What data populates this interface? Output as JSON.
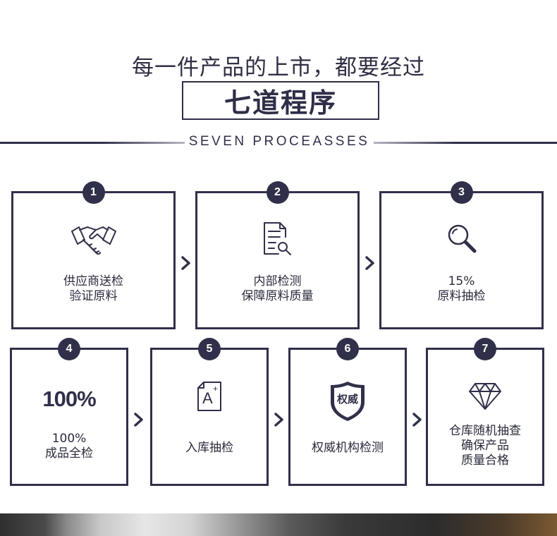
{
  "header": {
    "subtitle": "每一件产品的上市，都要经过",
    "title": "七道程序",
    "en_title": "SEVEN PROCEASSES"
  },
  "steps": [
    {
      "num": "1",
      "icon": "handshake-icon",
      "lines": [
        "供应商送检",
        "验证原料"
      ]
    },
    {
      "num": "2",
      "icon": "document-search-icon",
      "lines": [
        "内部检测",
        "保障原料质量"
      ]
    },
    {
      "num": "3",
      "icon": "magnifier-icon",
      "lines": [
        "15%",
        "原料抽检"
      ]
    },
    {
      "num": "4",
      "icon": "percent-badge",
      "icon_text": "100%",
      "lines": [
        "100%",
        "成品全检"
      ]
    },
    {
      "num": "5",
      "icon": "a-plus-document-icon",
      "icon_text": "A",
      "lines": [
        "入库抽检"
      ]
    },
    {
      "num": "6",
      "icon": "shield-icon",
      "icon_text": "权威",
      "lines": [
        "权威机构检测"
      ]
    },
    {
      "num": "7",
      "icon": "diamond-icon",
      "lines": [
        "仓库随机抽查",
        "确保产品",
        "质量合格"
      ]
    }
  ],
  "colors": {
    "primary": "#30304a",
    "text": "#2b2b3d",
    "background": "#ffffff"
  }
}
